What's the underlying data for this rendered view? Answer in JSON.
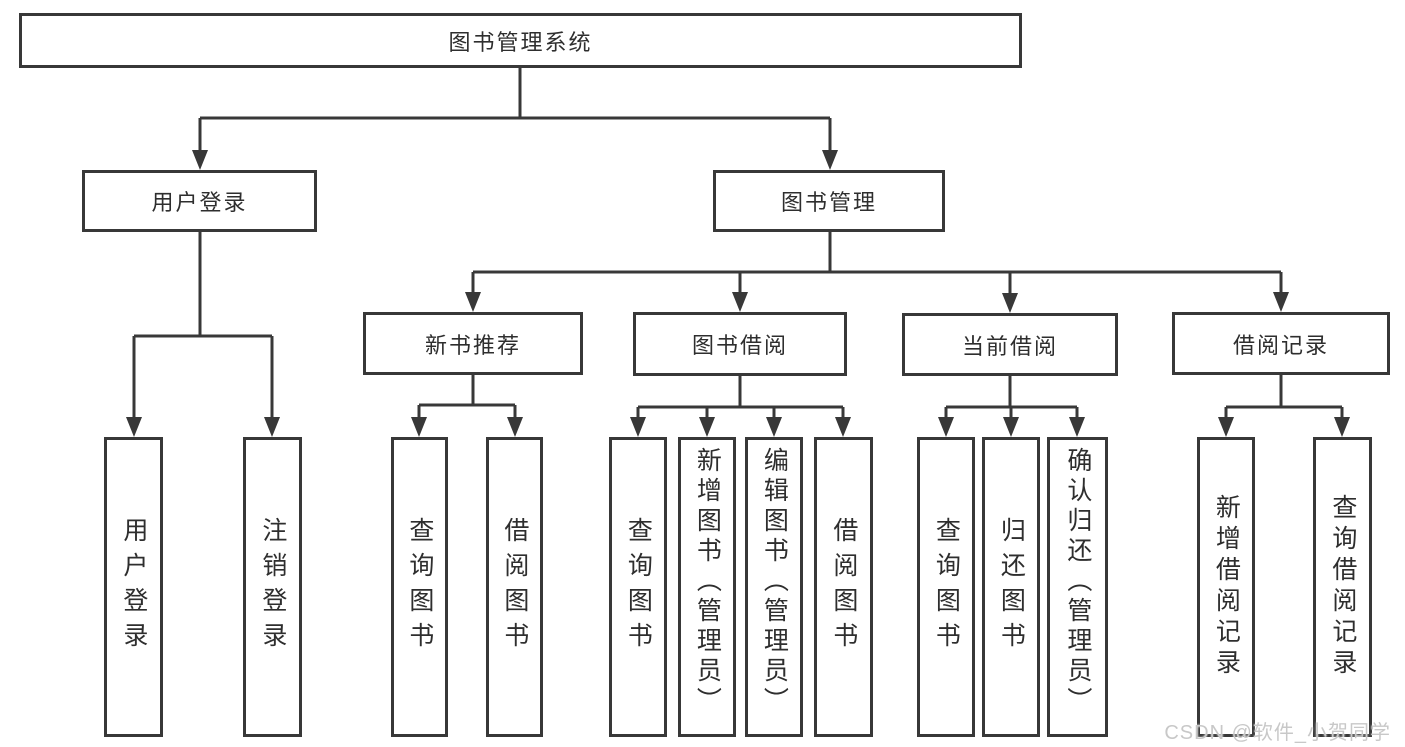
{
  "diagram_title": "图书管理系统",
  "tree": {
    "root": {
      "label": "图书管理系统",
      "children": [
        {
          "label": "用户登录",
          "children": [
            {
              "label": "用户登录"
            },
            {
              "label": "注销登录"
            }
          ]
        },
        {
          "label": "图书管理",
          "children": [
            {
              "label": "新书推荐",
              "children": [
                {
                  "label": "查询图书"
                },
                {
                  "label": "借阅图书"
                }
              ]
            },
            {
              "label": "图书借阅",
              "children": [
                {
                  "label": "查询图书"
                },
                {
                  "label": "新增图书（管理员）"
                },
                {
                  "label": "编辑图书（管理员）"
                },
                {
                  "label": "借阅图书"
                }
              ]
            },
            {
              "label": "当前借阅",
              "children": [
                {
                  "label": "查询图书"
                },
                {
                  "label": "归还图书"
                },
                {
                  "label": "确认归还（管理员）"
                }
              ]
            },
            {
              "label": "借阅记录",
              "children": [
                {
                  "label": "新增借阅记录"
                },
                {
                  "label": "查询借阅记录"
                }
              ]
            }
          ]
        }
      ]
    }
  },
  "watermark": "CSDN @软件_小贺同学",
  "colors": {
    "line": "#383838",
    "box_border": "#383838",
    "text": "#2e2e2e",
    "watermark": "#c8c8c8",
    "background": "#ffffff"
  }
}
